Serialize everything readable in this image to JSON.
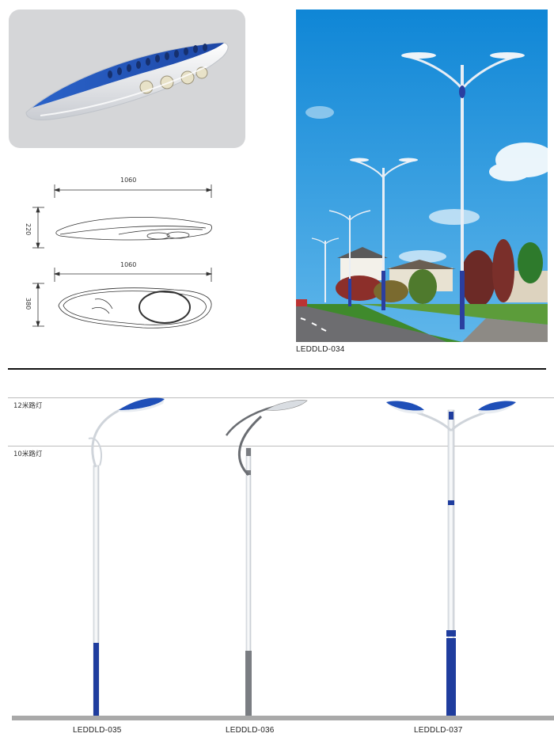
{
  "drawing": {
    "side_length": "1060",
    "side_height": "220",
    "top_length": "1060",
    "top_width": "380"
  },
  "photo": {
    "caption": "LEDDLD-034"
  },
  "elevation": {
    "height_12": "12米路灯",
    "height_10": "10米路灯",
    "models": [
      "LEDDLD-035",
      "LEDDLD-036",
      "LEDDLD-037"
    ]
  },
  "colors": {
    "blue": "#1e47a6",
    "sky": "#1592dc",
    "lamp_box": "#d5d6d8",
    "ground": "#a9a9a9"
  }
}
